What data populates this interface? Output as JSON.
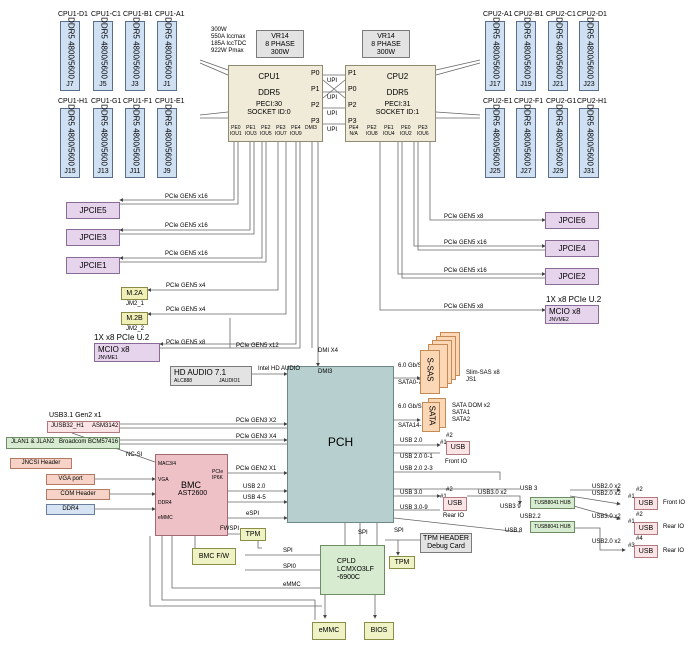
{
  "dimms": [
    {
      "name": "CPU1-D1",
      "j": "J7"
    },
    {
      "name": "CPU1-C1",
      "j": "J5"
    },
    {
      "name": "CPU1-B1",
      "j": "J3"
    },
    {
      "name": "CPU1-A1",
      "j": "J1"
    },
    {
      "name": "CPU1-H1",
      "j": "J15"
    },
    {
      "name": "CPU1-G1",
      "j": "J13"
    },
    {
      "name": "CPU1-F1",
      "j": "J11"
    },
    {
      "name": "CPU1-E1",
      "j": "J9"
    },
    {
      "name": "CPU2-A1",
      "j": "J17"
    },
    {
      "name": "CPU2-B1",
      "j": "J19"
    },
    {
      "name": "CPU2-C1",
      "j": "J21"
    },
    {
      "name": "CPU2-D1",
      "j": "J23"
    },
    {
      "name": "CPU2-E1",
      "j": "J25"
    },
    {
      "name": "CPU2-F1",
      "j": "J27"
    },
    {
      "name": "CPU2-G1",
      "j": "J29"
    },
    {
      "name": "CPU2-H1",
      "j": "J31"
    }
  ],
  "dimm_text": {
    "l1": "DDR5",
    "l2": "4800/5600"
  },
  "power_spec": {
    "l1": "300W",
    "l2": "550A Iccmax",
    "l3": "185A IccTDC",
    "l4": "922W Pmax"
  },
  "vr1": {
    "l1": "VR14",
    "l2": "8 PHASE",
    "l3": "300W"
  },
  "vr2": {
    "l1": "VR14",
    "l2": "8 PHASE",
    "l3": "300W"
  },
  "cpu1": {
    "title": "CPU1",
    "ddr": "DDR5",
    "peci": "PECI:30",
    "socket": "SOCKET ID:0",
    "ports": [
      "PE0\nIOU1",
      "PE1\nIOU3",
      "PE2\nIOU5",
      "PE3\nIOU7",
      "PE4\nIOU9",
      "DMI3"
    ],
    "p_labels": [
      "P0",
      "P1",
      "P2",
      "P3"
    ]
  },
  "cpu2": {
    "title": "CPU2",
    "ddr": "DDR5",
    "peci": "PECI:31",
    "socket": "SOCKET ID:1",
    "ports": [
      "PE4\nN/A",
      "PE2\nIOU8",
      "PE1\nIOU4",
      "PE0\nIOU2",
      "PE3\nIOU6"
    ],
    "p_labels": [
      "P1",
      "P0",
      "P2",
      "P3"
    ]
  },
  "upi": [
    "UPI",
    "UPI",
    "UPI",
    "UPI"
  ],
  "left_slots": [
    {
      "name": "JPCIE5",
      "bus": "PCIe GEN5 x16"
    },
    {
      "name": "JPCIE3",
      "bus": "PCIe GEN5 x16"
    },
    {
      "name": "JPCIE1",
      "bus": "PCIe GEN5 x16"
    }
  ],
  "right_slots": [
    {
      "name": "JPCIE6",
      "bus": "PCIe GEN5 x8"
    },
    {
      "name": "JPCIE4",
      "bus": "PCIe GEN5 x16"
    },
    {
      "name": "JPCIE2",
      "bus": "PCIe GEN5 x16"
    }
  ],
  "m2a": {
    "name": "M.2A",
    "sub": "JM2_1",
    "bus": "PCIe GEN5 x4"
  },
  "m2b": {
    "name": "M.2B",
    "sub": "JM2_2",
    "bus": "PCIe GEN5 x4"
  },
  "mcio_left": {
    "caption": "1X x8 PCIe U.2",
    "name": "MCIO x8",
    "sub": "JNVME1",
    "bus": "PCIe GEN5 x8",
    "bus2": "PCIe GEN5 x12"
  },
  "mcio_right": {
    "caption": "1X x8 PCIe U.2",
    "name": "MCIO x8",
    "sub": "JNVME2",
    "bus": "PCIe GEN5 x8"
  },
  "dmi_x4": "DMI X4",
  "pch": {
    "title": "PCH",
    "dmi3": "DMI3"
  },
  "hd_audio": {
    "name": "HD AUDIO 7.1",
    "sub1": "ALC888",
    "sub2": "JAUDIO1",
    "bus": "Intel HD AUDIO"
  },
  "ssas": {
    "name": "S-SAS",
    "speed": "6.0 Gb/S",
    "port": "SATA0-7",
    "note1": "Slim-SAS x8",
    "note2": "JS1"
  },
  "sata": {
    "name": "SATA",
    "speed": "6.0 Gb/S",
    "port": "SATA14-15",
    "note1": "SATA DOM x2",
    "note2": "SATA1",
    "note3": "SATA2"
  },
  "usb_front1": {
    "bus": "USB 2.0",
    "port": "USB 2.0 0-1",
    "num": "#1",
    "num2": "#2",
    "name": "USB",
    "caption": "Front IO"
  },
  "usb_rear1": {
    "bus": "USB 3.0",
    "port": "USB 3.0-9",
    "num": "#1",
    "num2": "#2",
    "name": "USB",
    "caption": "Rear IO",
    "l23": "USB 2.0 2-3"
  },
  "usb_hub1": {
    "name": "TUSB8041 HUB",
    "in": "USB3.0 x2",
    "up": "USB 3",
    "port1": "USB3.0 x2",
    "port2": "USB2.0 x2"
  },
  "usb_hub2": {
    "name": "TUSB8041 HUB",
    "up": "USB 8",
    "in": "USB3 9",
    "port": "USB2.0 x2",
    "port2": "USB3.0 x2",
    "side": "USB2.2"
  },
  "usb_right": [
    {
      "num": "#1",
      "num2": "#2",
      "name": "USB",
      "caption": "Front IO",
      "l1": "USB2.0 x2"
    },
    {
      "num": "#1",
      "num2": "#2",
      "name": "USB",
      "caption": "Rear IO",
      "l1": "USB3.0 x2"
    },
    {
      "num": "#3",
      "num2": "#4",
      "name": "USB",
      "caption": "Rear IO",
      "l1": "USB2.0 x2"
    }
  ],
  "usb31": {
    "caption": "USB3.1 Gen2 x1",
    "name": "JUSB32_H1",
    "chip": "ASM3142",
    "bus": "PCIe GEN3 X2"
  },
  "lan": {
    "name": "JLAN1 & JLAN2",
    "chip": "Broadcom BCM57416",
    "bus": "PCIe GEN3 X4"
  },
  "ncsi": {
    "name": "JNCSI Header",
    "label": "NC-SI"
  },
  "vga": {
    "name": "VGA port"
  },
  "com": {
    "name": "COM Header"
  },
  "ddr4": {
    "name": "DDR4"
  },
  "bmc": {
    "title": "BMC",
    "chip": "AST2600",
    "macs": "MAC3/4",
    "vga": "VGA",
    "ddr4": "DDR4",
    "emmc": "eMMC",
    "pcie": "PCIe\nIP6K",
    "bus_pcie": "PCIe GEN2 X1",
    "bus_usb1": "USB 2.0",
    "bus_usb2": "USB 4-5",
    "bus_espi": "eSPI"
  },
  "fwspi": "FWSPI",
  "tpm1": "TPM",
  "bmc_fw": "BMC F/W",
  "cpld": {
    "l1": "CPLD",
    "l2": "LCMXO3LF",
    "l3": "-6900C",
    "spi": "SPI",
    "spi0": "SPI0",
    "emmc": "eMMC"
  },
  "tpm_header": {
    "l1": "TPM HEADER",
    "l2": "Debug Card",
    "spi": "SPI"
  },
  "tpm2": "TPM",
  "pch_spi": "SPI",
  "emmc": "eMMC",
  "bios": "BIOS"
}
